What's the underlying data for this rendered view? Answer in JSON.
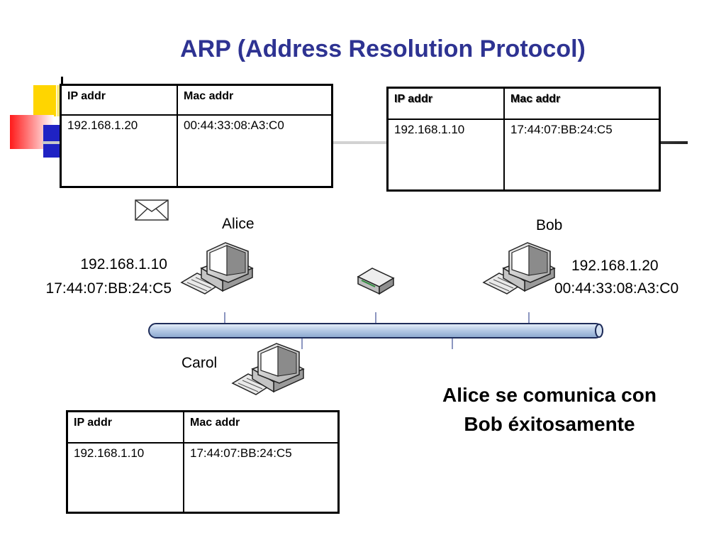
{
  "title": "ARP (Address Resolution Protocol)",
  "table_headers": {
    "ip": "IP addr",
    "mac": "Mac addr"
  },
  "tables": {
    "alice": {
      "ip": "192.168.1.20",
      "mac": "00:44:33:08:A3:C0"
    },
    "bob": {
      "ip": "192.168.1.10",
      "mac": "17:44:07:BB:24:C5"
    },
    "carol": {
      "ip": "192.168.1.10",
      "mac": "17:44:07:BB:24:C5"
    }
  },
  "hosts": {
    "alice": {
      "name": "Alice",
      "ip": "192.168.1.10",
      "mac": "17:44:07:BB:24:C5"
    },
    "bob": {
      "name": "Bob",
      "ip": "192.168.1.20",
      "mac": "00:44:33:08:A3:C0"
    },
    "carol": {
      "name": "Carol"
    }
  },
  "message": "Alice se comunica con Bob éxitosamente",
  "colors": {
    "title": "#2e3392",
    "bus": "#b8cde6",
    "deco_yellow": "#ffd500",
    "deco_blue": "#1f22c4",
    "deco_red": "#ff2222"
  }
}
